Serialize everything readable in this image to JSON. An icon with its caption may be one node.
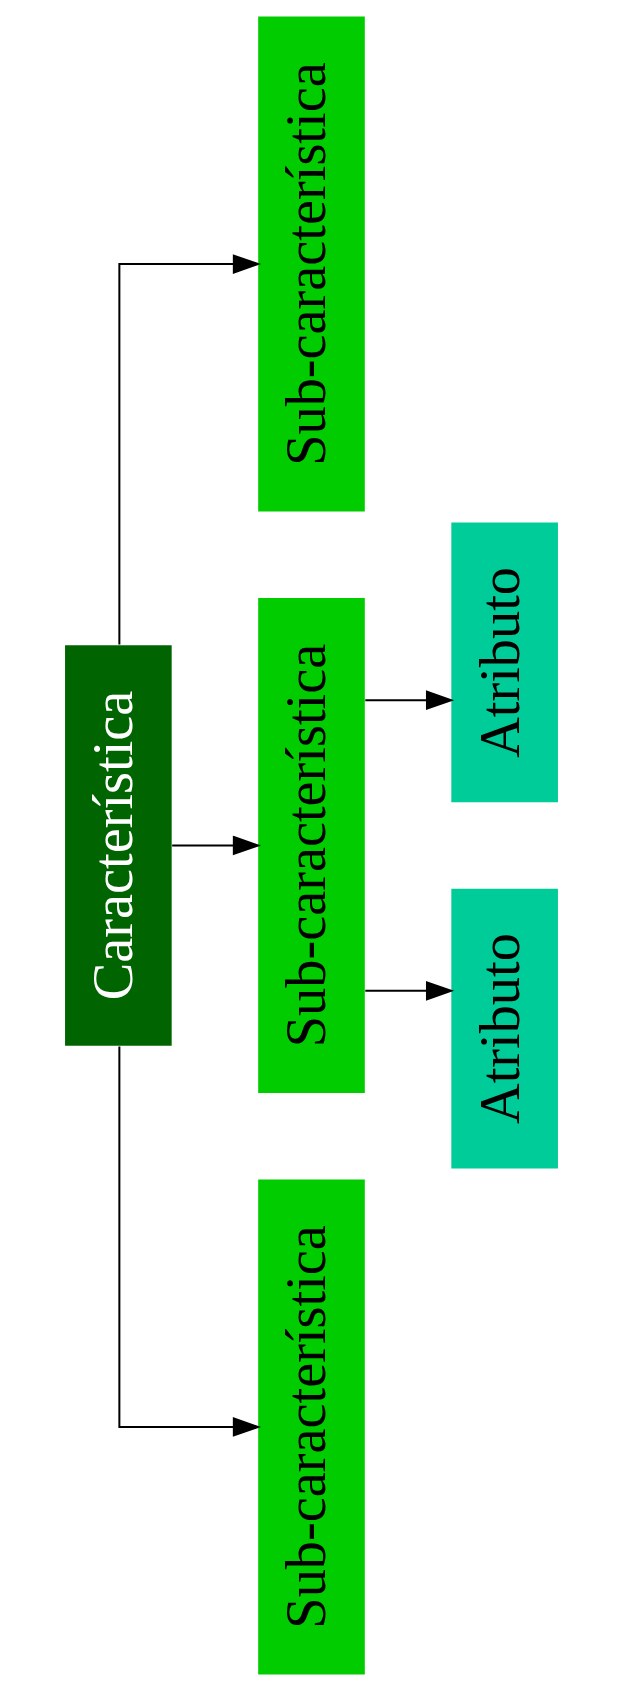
{
  "diagram": {
    "nodes": [
      {
        "text": [
          "Característica"
        ]
      },
      {
        "text": [
          "Sub-característica"
        ]
      },
      {
        "text": [
          "Sub-característica"
        ]
      },
      {
        "text": [
          "Sub-característica"
        ]
      },
      {
        "text": [
          "Atributo"
        ]
      },
      {
        "text": [
          "Atributo"
        ]
      }
    ],
    "edges": [
      {
        "from": 0,
        "to": 1,
        "arrow": "to"
      },
      {
        "from": 0,
        "to": 2,
        "arrow": "to"
      },
      {
        "from": 0,
        "to": 3,
        "arrow": "to"
      },
      {
        "from": 2,
        "to": 4,
        "arrow": "to"
      },
      {
        "from": 2,
        "to": 5,
        "arrow": "to"
      }
    ]
  }
}
